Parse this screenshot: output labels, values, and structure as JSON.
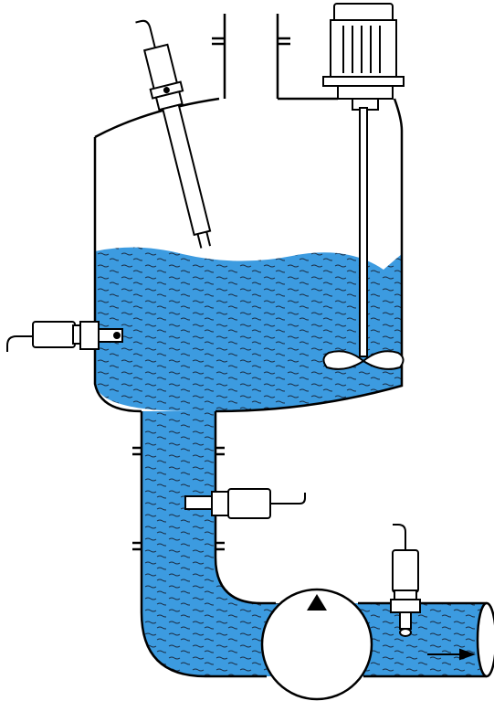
{
  "diagram": {
    "type": "process-schematic",
    "colors": {
      "liquid": "#3c9be0",
      "outline": "#000000",
      "background": "#ffffff",
      "wave_marks": "#1a2a40"
    },
    "components": [
      {
        "name": "tank-vessel"
      },
      {
        "name": "top-nozzle-left"
      },
      {
        "name": "top-nozzle-right"
      },
      {
        "name": "agitator-motor-icon"
      },
      {
        "name": "agitator-shaft"
      },
      {
        "name": "agitator-impeller-icon"
      },
      {
        "name": "insertion-sensor-probe-icon"
      },
      {
        "name": "side-mounted-sensor-icon"
      },
      {
        "name": "pipe-sensor-icon"
      },
      {
        "name": "inline-sensor-icon"
      },
      {
        "name": "pump-icon"
      },
      {
        "name": "outlet-pipe"
      },
      {
        "name": "flow-arrow-icon"
      }
    ]
  }
}
